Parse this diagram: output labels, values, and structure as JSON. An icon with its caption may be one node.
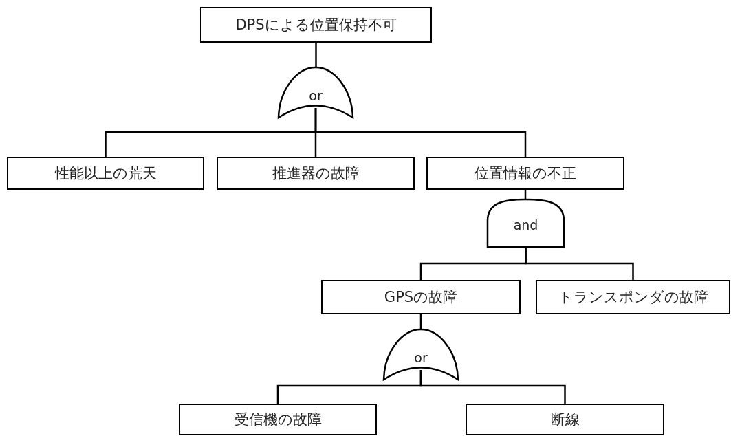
{
  "diagram": {
    "nodes": [
      {
        "text": [
          "DPSによる位置保持不可"
        ]
      },
      {
        "text": [
          "or"
        ]
      },
      {
        "text": [
          "性能以上の荒天"
        ]
      },
      {
        "text": [
          "推進器の故障"
        ]
      },
      {
        "text": [
          "位置情報の不正"
        ]
      },
      {
        "text": [
          "and"
        ]
      },
      {
        "text": [
          "GPSの故障"
        ]
      },
      {
        "text": [
          "トランスポンダの故障"
        ]
      },
      {
        "text": [
          "or"
        ]
      },
      {
        "text": [
          "受信機の故障"
        ]
      },
      {
        "text": [
          "断線"
        ]
      }
    ],
    "edges": [
      {
        "from": 0,
        "to": 1,
        "arrow": "none"
      },
      {
        "from": 1,
        "to": 2,
        "arrow": "none"
      },
      {
        "from": 1,
        "to": 3,
        "arrow": "none"
      },
      {
        "from": 1,
        "to": 4,
        "arrow": "none"
      },
      {
        "from": 4,
        "to": 5,
        "arrow": "none"
      },
      {
        "from": 5,
        "to": 6,
        "arrow": "none"
      },
      {
        "from": 5,
        "to": 7,
        "arrow": "none"
      },
      {
        "from": 6,
        "to": 8,
        "arrow": "none"
      },
      {
        "from": 8,
        "to": 9,
        "arrow": "none"
      },
      {
        "from": 8,
        "to": 10,
        "arrow": "none"
      }
    ]
  }
}
